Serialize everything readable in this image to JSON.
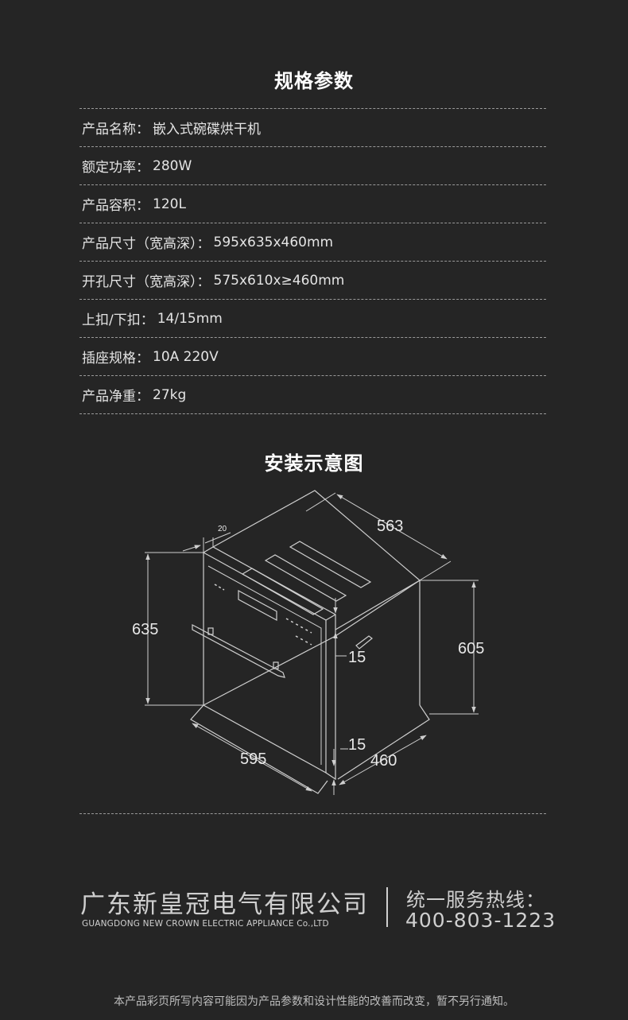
{
  "spec_section": {
    "title": "规格参数",
    "rows": [
      {
        "label": "产品名称：",
        "value": "嵌入式碗碟烘干机"
      },
      {
        "label": "额定功率：",
        "value": "280W"
      },
      {
        "label": "产品容积：",
        "value": "120L"
      },
      {
        "label": "产品尺寸（宽高深）：",
        "value": "595x635x460mm"
      },
      {
        "label": "开孔尺寸（宽高深）：",
        "value": "575x610x≥460mm"
      },
      {
        "label": "上扣/下扣：",
        "value": "14/15mm"
      },
      {
        "label": "插座规格：",
        "value": "10A 220V"
      },
      {
        "label": "产品净重：",
        "value": "27kg"
      }
    ]
  },
  "diagram_section": {
    "title": "安装示意图",
    "dimensions": {
      "top_depth": "563",
      "side_gap": "20",
      "product_height": "635",
      "cutout_height": "605",
      "upper_clip": "15",
      "lower_clip": "15",
      "product_width": "595",
      "depth": "460"
    }
  },
  "footer": {
    "company_cn": "广东新皇冠电气有限公司",
    "company_en": "GUANGDONG NEW CROWN ELECTRIC APPLIANCE Co.,LTD",
    "hotline_label": "统一服务热线：",
    "hotline_number": "400-803-1223"
  },
  "disclaimer": "本产品彩页所写内容可能因为产品参数和设计性能的改善而改变，暂不另行通知。",
  "colors": {
    "background": "#252525",
    "text": "#e6e6e6",
    "line": "#bfbfbf"
  }
}
